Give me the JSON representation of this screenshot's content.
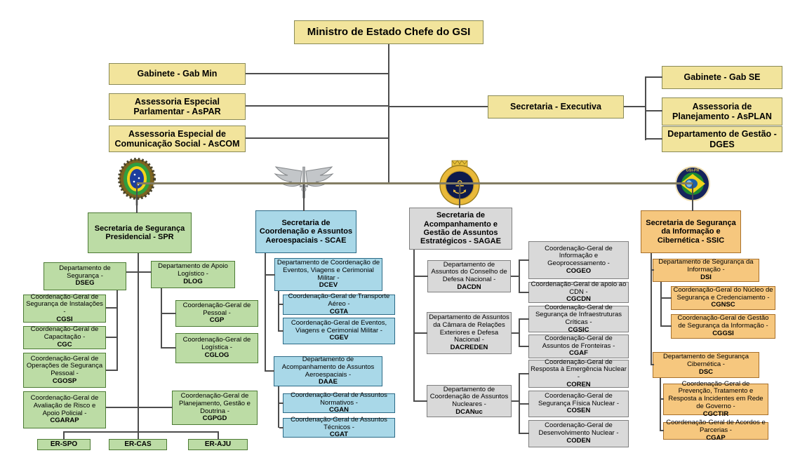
{
  "root": {
    "label": "Ministro de Estado Chefe do GSI"
  },
  "minister_units": {
    "gabmin": {
      "label": "Gabinete - Gab Min"
    },
    "aspar": {
      "label": "Assessoria Especial Parlamentar - AsPAR"
    },
    "ascom": {
      "label": "Assessoria Especial de Comunicação Social - AsCOM"
    }
  },
  "executive": {
    "se": {
      "label": "Secretaria - Executiva"
    },
    "gabse": {
      "label": "Gabinete - Gab SE"
    },
    "asplan": {
      "label": "Assessoria de Planejamento - AsPLAN"
    },
    "dges": {
      "label": "Departamento de Gestão - DGES"
    }
  },
  "emblems": {
    "army": "brazilian-army-emblem",
    "air_force": "brazilian-air-force-emblem",
    "navy": "brazilian-navy-emblem",
    "gsi": "gsi-pr-emblem"
  },
  "spr": {
    "head": "Secretaria de Segurança Presidencial - SPR",
    "dseg": {
      "text": "Departamento de Segurança - ",
      "acro": "DSEG"
    },
    "cgsi": {
      "text": "Coordenação-Geral de Segurança de Instalações - ",
      "acro": "CGSI"
    },
    "cgc": {
      "text": "Coordenação-Geral de Capacitação - ",
      "acro": "CGC"
    },
    "cgosp": {
      "text": "Coordenação-Geral de Operações de Segurança Pessoal - ",
      "acro": "CGOSP"
    },
    "cgarap": {
      "text": "Coordenação-Geral de Avaliação de Risco e Apoio Policial - ",
      "acro": "CGARAP"
    },
    "dlog": {
      "text": "Departamento de Apoio Logístico - ",
      "acro": "DLOG"
    },
    "cgp": {
      "text": "Coordenação-Geral de Pessoal - ",
      "acro": "CGP"
    },
    "cglog": {
      "text": "Coordenação-Geral de Logística - ",
      "acro": "CGLOG"
    },
    "cgpgd": {
      "text": "Coordenação-Geral de Planejamento, Gestão e Doutrina - ",
      "acro": "CGPGD"
    },
    "er_spo": {
      "label": "ER-SPO"
    },
    "er_cas": {
      "label": "ER-CAS"
    },
    "er_aju": {
      "label": "ER-AJU"
    }
  },
  "scae": {
    "head": "Secretaria de Coordenação e Assuntos Aeroespaciais - SCAE",
    "dcev": {
      "text": "Departamento de Coordenação de Eventos, Viagens e Cerimonial Militar - ",
      "acro": "DCEV"
    },
    "cgta": {
      "text": "Coordenação-Geral de Transporte Aéreo - ",
      "acro": "CGTA"
    },
    "cgev": {
      "text": "Coordenação-Geral de Eventos, Viagens e Cerimonial Militar - ",
      "acro": "CGEV"
    },
    "daae": {
      "text": "Departamento de Acompanhamento de Assuntos Aeroespaciais - ",
      "acro": "DAAE"
    },
    "cgan": {
      "text": "Coordenação-Geral de Assuntos Normativos - ",
      "acro": "CGAN"
    },
    "cgat": {
      "text": "Coordenação-Geral de Assuntos Técnicos - ",
      "acro": "CGAT"
    }
  },
  "sagae": {
    "head": "Secretaria de Acompanhamento e Gestão de Assuntos Estratégicos - SAGAE",
    "dacdn": {
      "text": "Departamento de Assuntos do Conselho de Defesa Nacional - ",
      "acro": "DACDN"
    },
    "cogeo": {
      "text": "Coordenação-Geral de Informação e Geoprocessamento - ",
      "acro": "COGEO"
    },
    "cgcdn": {
      "text": "Coordenação-Geral de apoio ao CDN - ",
      "acro": "CGCDN"
    },
    "dacreden": {
      "text": "Departamento de Assuntos da Câmara de Relações Exteriores e Defesa Nacional - ",
      "acro": "DACREDEN"
    },
    "cgsic": {
      "text": "Coordenação-Geral de Segurança de Infraestruturas Críticas - ",
      "acro": "CGSIC"
    },
    "cgaf": {
      "text": "Coordenação-Geral de Assuntos de Fronteiras - ",
      "acro": "CGAF"
    },
    "dcanuc": {
      "text": "Departamento de Coordenação de Assuntos Nucleares - ",
      "acro": "DCANuc"
    },
    "coren": {
      "text": "Coordenação-Geral de Resposta à Emergência Nuclear - ",
      "acro": "COREN"
    },
    "cosen": {
      "text": "Coordenação-Geral de Segurança Física Nuclear - ",
      "acro": "COSEN"
    },
    "coden": {
      "text": "Coordenação-Geral de Desenvolvimento Nuclear - ",
      "acro": "CODEN"
    }
  },
  "ssic": {
    "head": "Secretaria de Segurança da Informação e Cibernética - SSIC",
    "dsi": {
      "text": "Departamento de Segurança da Informação - ",
      "acro": "DSI"
    },
    "cgnsc": {
      "text": "Coordenação-Geral do Núcleo de Segurança e Credenciamento - ",
      "acro": "CGNSC"
    },
    "cggsi": {
      "text": "Coordenação-Geral de Gestão de Segurança da Informação - ",
      "acro": "CGGSI"
    },
    "dsc": {
      "text": "Departamento de Segurança Cibernética - ",
      "acro": "DSC"
    },
    "cgctir": {
      "text": "Coordenação-Geral de Prevenção, Tratamento e Resposta a Incidentes em Rede de Governo - ",
      "acro": "CGCTIR"
    },
    "cgap": {
      "text": "Coordenação-Geral de Acordos e Parcerias - ",
      "acro": "CGAP"
    }
  },
  "colors": {
    "minister_fill": "#F2E49C",
    "spr_fill": "#BCDCA5",
    "scae_fill": "#A9D8E8",
    "sagae_fill": "#D9D9D9",
    "ssic_fill": "#F6C77E",
    "connector": "#4d4d4d"
  }
}
